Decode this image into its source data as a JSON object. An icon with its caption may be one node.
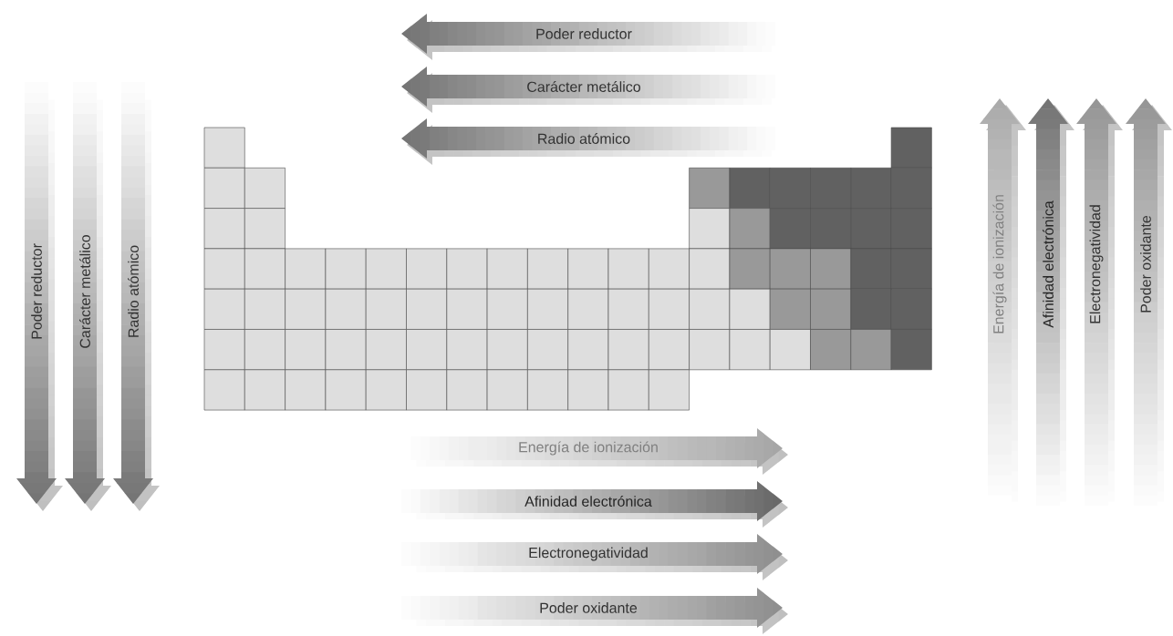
{
  "diagram": {
    "labels": [
      "Poder reductor",
      "Carácter metálico",
      "Radio atómico",
      "Energía de ionización",
      "Afinidad electrónica",
      "Electronegatividad",
      "Poder oxidante",
      "Poder reductor",
      "Carácter metálico",
      "Radio atómico",
      "Energía de ionización",
      "Afinidad electrónica",
      "Electronegatividad",
      "Poder oxidante"
    ]
  }
}
